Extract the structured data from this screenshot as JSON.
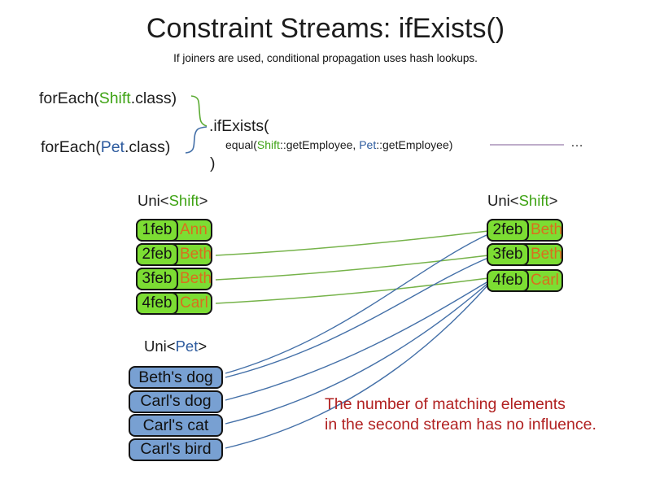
{
  "slide": {
    "title": "Constraint Streams: ifExists()",
    "subtitle": "If joiners are used, conditional propagation uses hash lookups."
  },
  "code": {
    "foreach_shift": {
      "prefix": "forEach(",
      "class_name": "Shift",
      "suffix": ".class)"
    },
    "foreach_pet": {
      "prefix": "forEach(",
      "class_name": "Pet",
      "suffix": ".class)"
    },
    "if_exists": ".ifExists(",
    "equal": {
      "prefix": "equal(",
      "shift_ref": "Shift",
      "middle": "::getEmployee, ",
      "pet_ref": "Pet",
      "suffix": "::getEmployee)"
    },
    "close_paren": ")",
    "ellipsis": "…"
  },
  "labels": {
    "left_shift": {
      "prefix": "Uni<",
      "type_name": "Shift",
      "suffix": ">"
    },
    "right_shift": {
      "prefix": "Uni<",
      "type_name": "Shift",
      "suffix": ">"
    },
    "pet": {
      "prefix": "Uni<",
      "type_name": "Pet",
      "suffix": ">"
    }
  },
  "left_shift_rows": [
    {
      "date": "1feb",
      "name": "Ann"
    },
    {
      "date": "2feb",
      "name": "Beth"
    },
    {
      "date": "3feb",
      "name": "Beth"
    },
    {
      "date": "4feb",
      "name": "Carl"
    }
  ],
  "right_shift_rows": [
    {
      "date": "2feb",
      "name": "Beth"
    },
    {
      "date": "3feb",
      "name": "Beth"
    },
    {
      "date": "4feb",
      "name": "Carl"
    }
  ],
  "pet_rows": [
    {
      "label": "Beth's dog"
    },
    {
      "label": "Carl's dog"
    },
    {
      "label": "Carl's cat"
    },
    {
      "label": "Carl's bird"
    }
  ],
  "note": {
    "line1": "The number of matching elements",
    "line2": "in the second stream has no influence."
  },
  "colors": {
    "shift_green_text": "#3fa315",
    "pet_blue_text": "#2d5b9e",
    "employee_orange_text": "#d96f1e",
    "shift_box_green": "#7cdd33",
    "pet_box_blue": "#78a0d2",
    "match_line_green": "#76b34a",
    "match_line_blue": "#4470a8",
    "brace_green": "#5aaa32",
    "brace_blue": "#4470a8",
    "joiner_line_purple": "#967cab",
    "note_red": "#b12121"
  }
}
